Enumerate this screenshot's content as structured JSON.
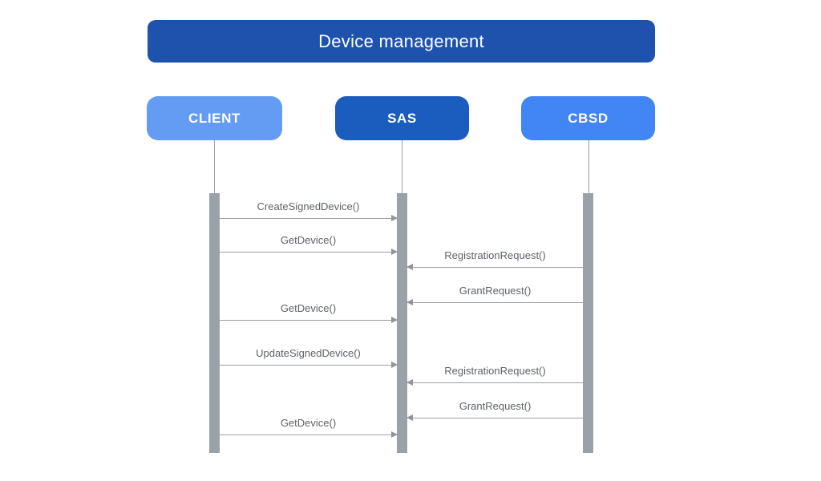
{
  "diagram": {
    "type": "sequence",
    "title": "Device management",
    "actors": [
      {
        "name": "CLIENT",
        "color": "#639CF2"
      },
      {
        "name": "SAS",
        "color": "#1B5CBF"
      },
      {
        "name": "CBSD",
        "color": "#4285F4"
      }
    ],
    "colors": {
      "title_background": "#1F52AD",
      "title_text": "#FFFFFF",
      "actor_text": "#FFFFFF",
      "lifeline": "#9AA0A6",
      "activation_bar": "#9BA1A9",
      "message_line": "#9AA0A6",
      "message_text": "#5F6368",
      "background": "#FFFFFF"
    },
    "messages": [
      {
        "label": "CreateSignedDevice()",
        "from": "CLIENT",
        "to": "SAS",
        "direction": "right"
      },
      {
        "label": "GetDevice()",
        "from": "CLIENT",
        "to": "SAS",
        "direction": "right"
      },
      {
        "label": "RegistrationRequest()",
        "from": "CBSD",
        "to": "SAS",
        "direction": "left"
      },
      {
        "label": "GrantRequest()",
        "from": "CBSD",
        "to": "SAS",
        "direction": "left"
      },
      {
        "label": "GetDevice()",
        "from": "CLIENT",
        "to": "SAS",
        "direction": "right"
      },
      {
        "label": "UpdateSignedDevice()",
        "from": "CLIENT",
        "to": "SAS",
        "direction": "right"
      },
      {
        "label": "RegistrationRequest()",
        "from": "CBSD",
        "to": "SAS",
        "direction": "left"
      },
      {
        "label": "GrantRequest()",
        "from": "CBSD",
        "to": "SAS",
        "direction": "left"
      },
      {
        "label": "GetDevice()",
        "from": "CLIENT",
        "to": "SAS",
        "direction": "right"
      }
    ]
  }
}
